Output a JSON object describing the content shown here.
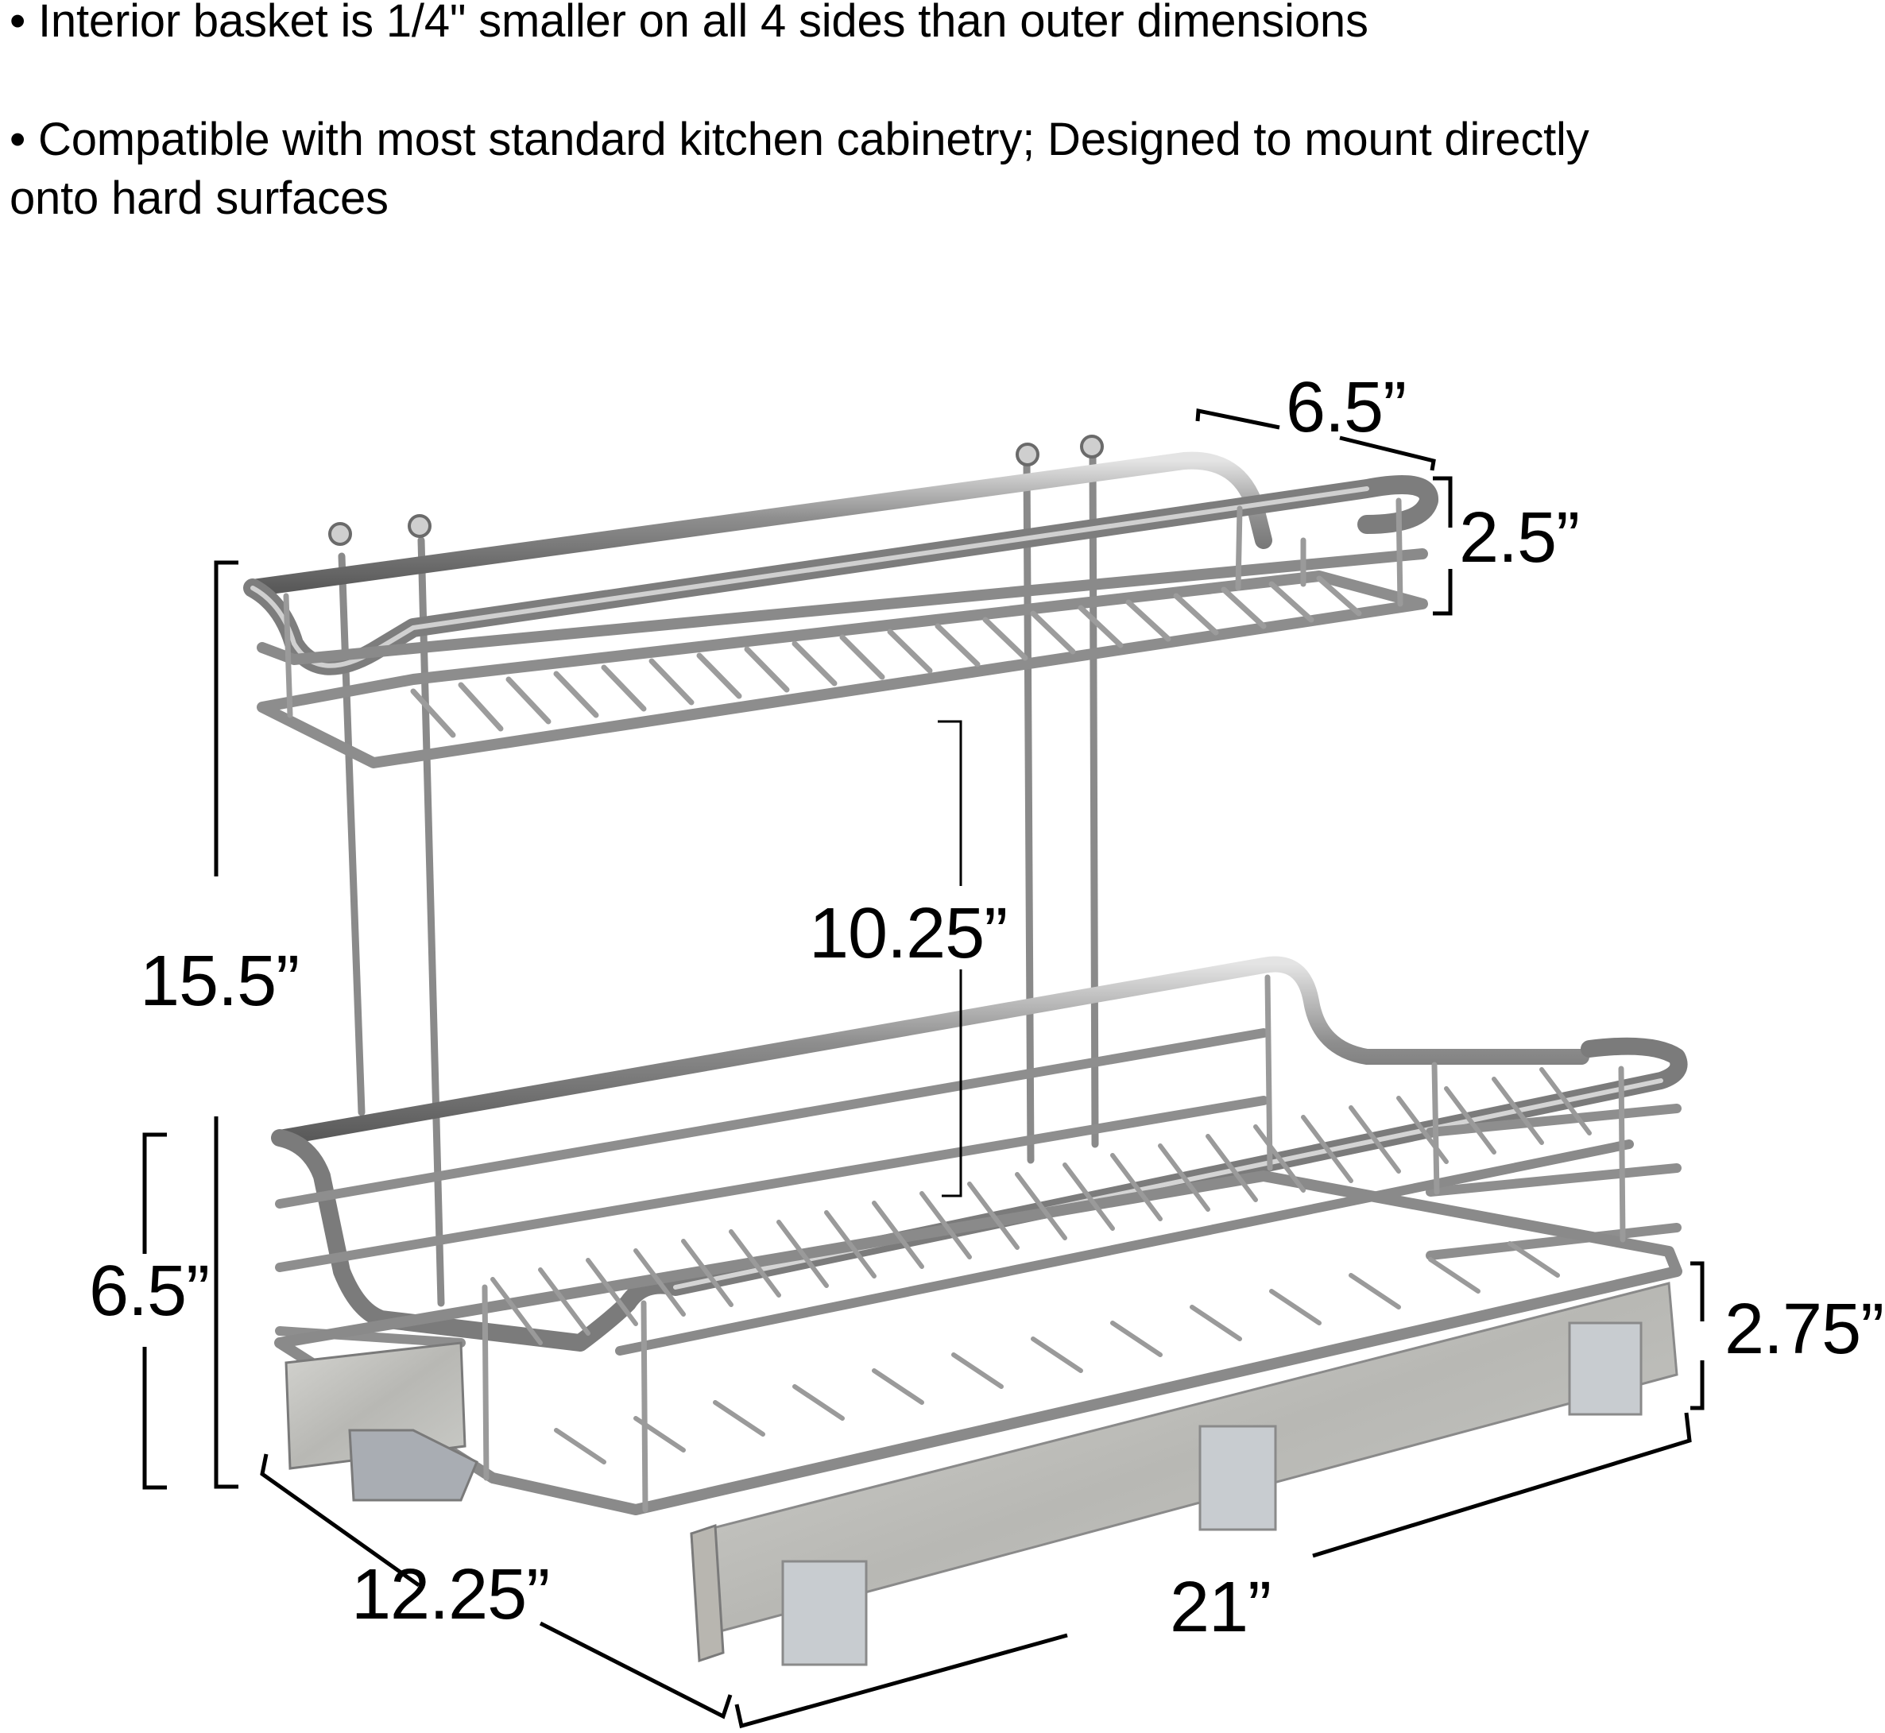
{
  "description": {
    "bullets": [
      {
        "text": "• Interior basket is 1/4\" smaller on all 4 sides than outer dimensions"
      },
      {
        "text": "• Compatible with most standard kitchen cabinetry; Designed to mount directly"
      },
      {
        "text": "onto hard surfaces"
      }
    ]
  },
  "product_image": {
    "subject": "Two-tier chrome wire pull-out cabinet organizer with slide rails",
    "colors": {
      "chrome": "#9a9a9a",
      "chrome_dark": "#5f5f5f",
      "chrome_light": "#d9d9d9",
      "rail": "#bfbfbb",
      "dimension_line": "#000000"
    }
  },
  "dimensions": {
    "top_depth": "6.5”",
    "top_basket_height": "2.5”",
    "overall_height": "15.5”",
    "shelf_clearance": "10.25”",
    "bottom_basket_height": "6.5”",
    "rail_height": "2.75”",
    "width": "12.25”",
    "depth": "21”"
  }
}
